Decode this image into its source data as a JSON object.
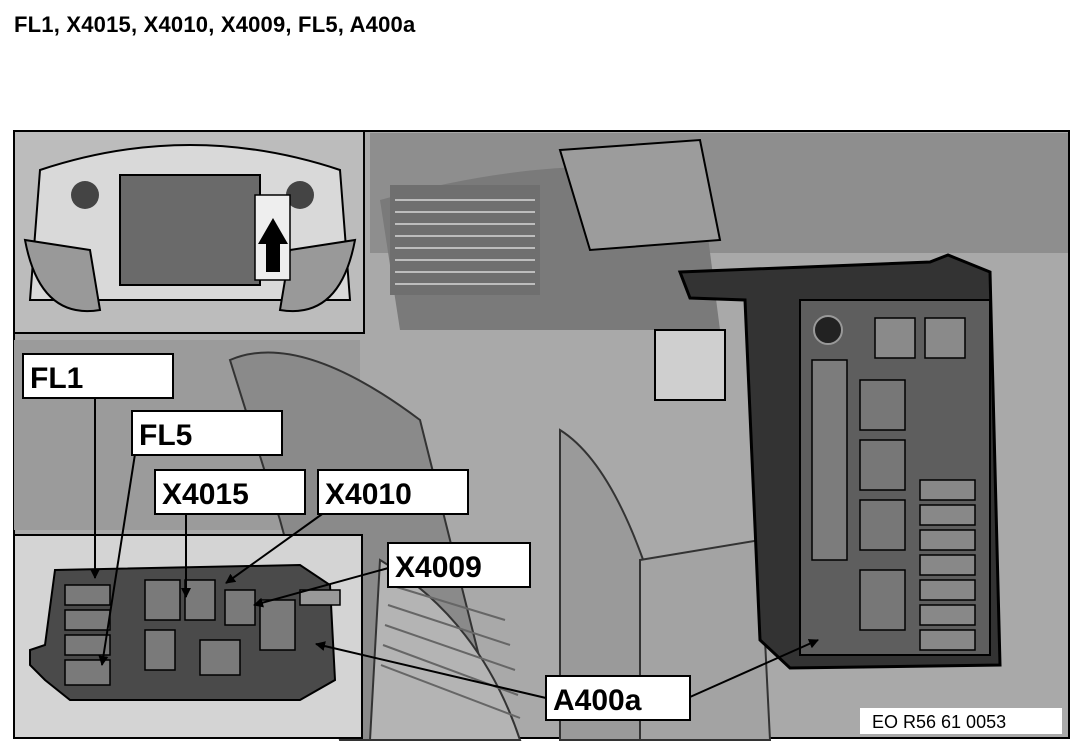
{
  "title": "FL1, X4015, X4010, X4009, FL5, A400a",
  "labels": {
    "fl1": "FL1",
    "fl5": "FL5",
    "x4015": "X4015",
    "x4010": "X4010",
    "x4009": "X4009",
    "a400a": "A400a"
  },
  "figure_id": "EO R56 61 0053",
  "colors": {
    "ink": "#000000",
    "paper": "#ffffff",
    "shade": "#9a9a9a"
  }
}
